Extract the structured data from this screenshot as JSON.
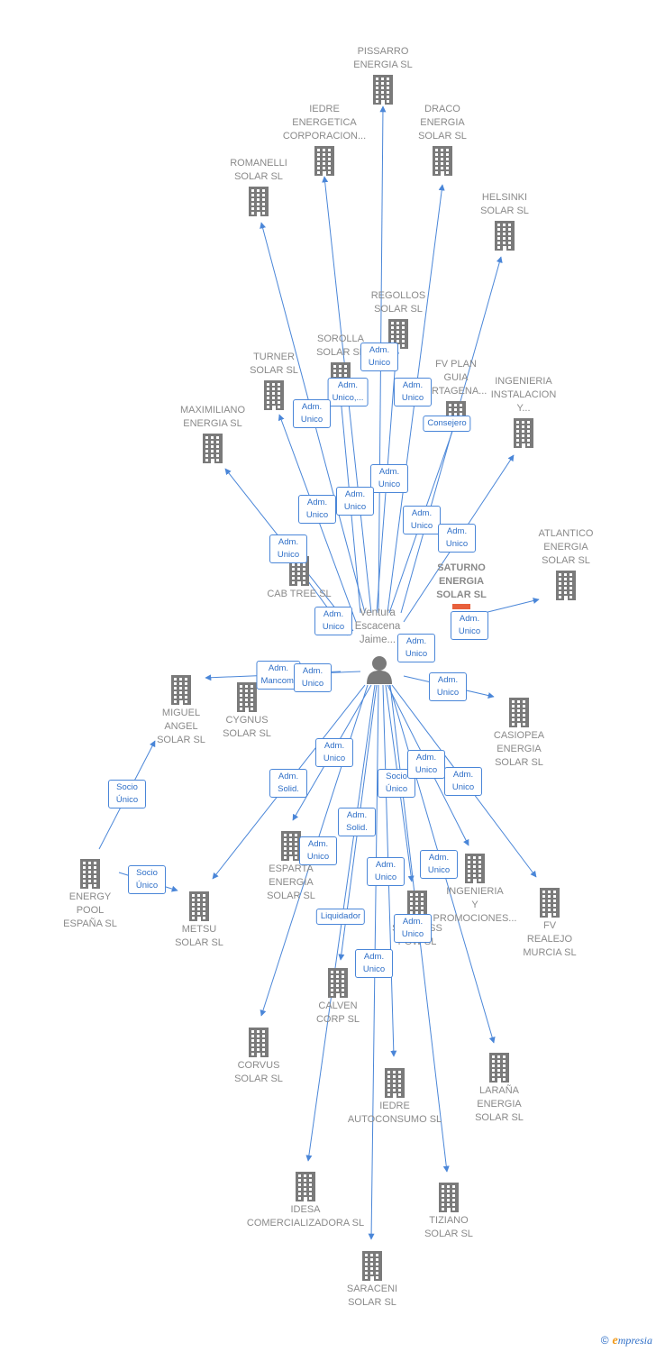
{
  "diagram": {
    "center": {
      "label": "Ventura\nEscacena\nJaime..."
    },
    "nodes": [
      {
        "id": "pissarro",
        "label": "PISSARRO\nENERGIA SL"
      },
      {
        "id": "iedre_energetica",
        "label": "IEDRE\nENERGETICA\nCORPORACION..."
      },
      {
        "id": "draco",
        "label": "DRACO\nENERGIA\nSOLAR SL"
      },
      {
        "id": "romanelli",
        "label": "ROMANELLI\nSOLAR SL"
      },
      {
        "id": "helsinki",
        "label": "HELSINKI\nSOLAR SL"
      },
      {
        "id": "regollos",
        "label": "REGOLLOS\nSOLAR SL"
      },
      {
        "id": "sorolla",
        "label": "SOROLLA\nSOLAR SL"
      },
      {
        "id": "turner",
        "label": "TURNER\nSOLAR SL"
      },
      {
        "id": "fv_plan",
        "label": "FV PLAN\nGUIA\nARTAGENA..."
      },
      {
        "id": "ingenieria_instalacion",
        "label": "INGENIERIA\nINSTALACION\nY..."
      },
      {
        "id": "maximiliano",
        "label": "MAXIMILIANO\nENERGIA SL"
      },
      {
        "id": "atlantico",
        "label": "ATLANTICO\nENERGIA\nSOLAR SL"
      },
      {
        "id": "saturno",
        "label": "SATURNO\nENERGIA\nSOLAR SL",
        "focus": true
      },
      {
        "id": "cabtree",
        "label": "CAB TREE SL"
      },
      {
        "id": "miguel_angel",
        "label": "MIGUEL\nANGEL\nSOLAR SL"
      },
      {
        "id": "cygnus",
        "label": "CYGNUS\nSOLAR SL"
      },
      {
        "id": "casiopea",
        "label": "CASIOPEA\nENERGIA\nSOLAR SL"
      },
      {
        "id": "energy_pool",
        "label": "ENERGY\nPOOL\nESPAÑA SL"
      },
      {
        "id": "metsu",
        "label": "METSU\nSOLAR SL"
      },
      {
        "id": "esparta",
        "label": "ESPARTA\nENERGIA\nSOLAR SL"
      },
      {
        "id": "ingenieria_promociones",
        "label": "INGENIERIA\nY\nPROMOCIONES..."
      },
      {
        "id": "fv_realejo",
        "label": "FV\nREALEJO\nMURCIA SL"
      },
      {
        "id": "servicios",
        "label": "SER      NESS\nPOW  SL"
      },
      {
        "id": "calven",
        "label": "CALVEN\nCORP SL"
      },
      {
        "id": "corvus",
        "label": "CORVUS\nSOLAR SL"
      },
      {
        "id": "iedre_autoconsumo",
        "label": "IEDRE\nAUTOCONSUMO SL"
      },
      {
        "id": "larana",
        "label": "LARAÑA\nENERGIA\nSOLAR SL"
      },
      {
        "id": "idesa",
        "label": "IDESA\nCOMERCIALIZADORA SL"
      },
      {
        "id": "tiziano",
        "label": "TIZIANO\nSOLAR SL"
      },
      {
        "id": "saraceni",
        "label": "SARACENI\nSOLAR SL"
      }
    ],
    "edge_labels": [
      {
        "id": "e_pissarro",
        "text": "Adm.\nUnico"
      },
      {
        "id": "e_sorolla",
        "text": "Adm.\nUnico,..."
      },
      {
        "id": "e_turner",
        "text": "Adm.\nUnico"
      },
      {
        "id": "e_draco",
        "text": "Adm.\nUnico"
      },
      {
        "id": "e_fvplan",
        "text": "Consejero"
      },
      {
        "id": "e_regollos",
        "text": "Adm.\nUnico"
      },
      {
        "id": "e_iedre",
        "text": "Adm.\nUnico"
      },
      {
        "id": "e_romanelli",
        "text": "Adm.\nUnico"
      },
      {
        "id": "e_helsinki",
        "text": "Adm.\nUnico"
      },
      {
        "id": "e_ingenieria",
        "text": "Adm.\nUnico"
      },
      {
        "id": "e_maximiliano",
        "text": "Adm.\nUnico"
      },
      {
        "id": "e_cabtree",
        "text": "Adm.\nUnico"
      },
      {
        "id": "e_atlantico",
        "text": "Adm.\nUnico"
      },
      {
        "id": "e_saturno",
        "text": "Adm.\nUnico"
      },
      {
        "id": "e_mancom",
        "text": "Adm.\nMancom."
      },
      {
        "id": "e_cygnus",
        "text": "Adm.\nUnico"
      },
      {
        "id": "e_casiopea",
        "text": "Adm.\nUnico"
      },
      {
        "id": "e_esparta",
        "text": "Adm.\nUnico"
      },
      {
        "id": "e_metsu",
        "text": "Adm.\nSolid."
      },
      {
        "id": "e_socio_ser",
        "text": "Socio\nÚnico"
      },
      {
        "id": "e_larana",
        "text": "Adm.\nUnico"
      },
      {
        "id": "e_fvrealejo",
        "text": "Adm.\nUnico"
      },
      {
        "id": "e_socio_miguel",
        "text": "Socio\nÚnico"
      },
      {
        "id": "e_socio_metsu",
        "text": "Socio\nÚnico"
      },
      {
        "id": "e_calven",
        "text": "Adm.\nSolid."
      },
      {
        "id": "e_corvus",
        "text": "Adm.\nUnico"
      },
      {
        "id": "e_iedreauto",
        "text": "Adm.\nUnico"
      },
      {
        "id": "e_ingprom",
        "text": "Adm.\nUnico"
      },
      {
        "id": "e_liquidador",
        "text": "Liquidador"
      },
      {
        "id": "e_tiziano",
        "text": "Adm.\nUnico"
      },
      {
        "id": "e_idesa",
        "text": "Adm.\nUnico"
      }
    ]
  },
  "colors": {
    "edge": "#4a86d8",
    "building": "#7a7a7a",
    "label": "#8a8a8a",
    "focus_marker": "#e8603c"
  },
  "footer": {
    "copyright": "©",
    "brand_initial": "e",
    "brand_rest": "mpresia"
  }
}
